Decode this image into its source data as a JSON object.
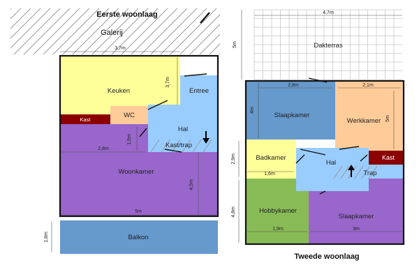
{
  "floor1": {
    "title": "Eerste woonlaag",
    "galerij": "Galerij",
    "dims": {
      "width_top": "3,7m",
      "keuken_height": "3,7m",
      "woonkamer_width_inner": "2,8m",
      "hal_height": "1,9m",
      "woonkamer_height": "4,5m",
      "total_width": "5m",
      "balkon_height": "1,8m"
    },
    "rooms": {
      "keuken": "Keuken",
      "entree": "Entree",
      "kast": "Kast",
      "wc": "WC",
      "hal": "Hal",
      "kast_trap": "Kast/trap",
      "woonkamer": "Woonkamer",
      "balkon": "Balkon"
    }
  },
  "floor2": {
    "title": "Tweede woonlaag",
    "dims": {
      "dakterras_width": "4,7m",
      "dakterras_height": "5m",
      "slaapkamer_width": "2,8m",
      "slaapkamer_height": "4m",
      "werkkamer_width": "2,1m",
      "werkkamer_height": "5m",
      "badkamer_height": "2,9m",
      "badkamer_width": "1,6m",
      "hobby_height": "4,8m",
      "hobby_width": "1,9m",
      "slaapkamer2_width": "3m"
    },
    "rooms": {
      "dakterras": "Dakterras",
      "slaapkamer": "Slaapkamer",
      "werkkamer": "Werkkamer",
      "badkamer": "Badkamer",
      "hal": "Hal",
      "kast": "Kast",
      "trap": "Trap",
      "hobbykamer": "Hobbykamer",
      "slaapkamer2": "Slaapkamer"
    }
  },
  "colors": {
    "keuken": "#ffff99",
    "entree": "#99ccff",
    "hal": "#99ccff",
    "wc": "#ffcc99",
    "kast": "#8b0000",
    "woonkamer": "#9966cc",
    "balkon": "#6699cc",
    "slaapkamer": "#6699cc",
    "werkkamer": "#ffcc99",
    "badkamer": "#ffff99",
    "hobbykamer": "#88bb55",
    "slaapkamer2": "#9966cc"
  }
}
